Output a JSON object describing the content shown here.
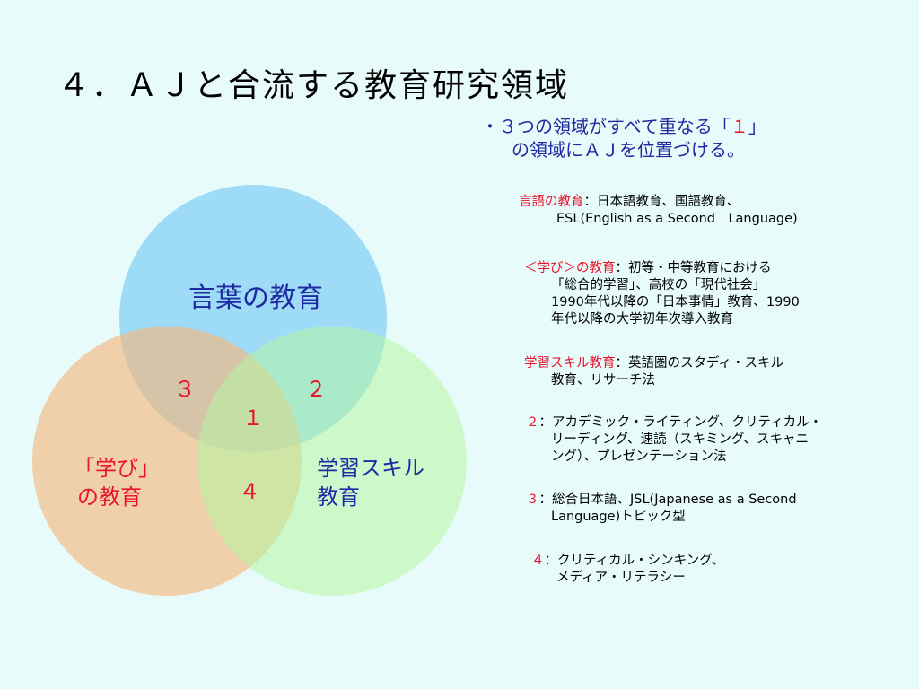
{
  "slide": {
    "title": "４．ＡＪと合流する教育研究領域"
  },
  "lead": {
    "line1_prefix": "・３つの領域がすべて重なる「",
    "line1_num": "１",
    "line1_suffix": "」",
    "line2": "の領域にＡＪを位置づける。"
  },
  "venn": {
    "circles": [
      {
        "label": "言葉の教育",
        "color": "#8fd5f5"
      },
      {
        "line1": "「学び」",
        "line2": "の教育",
        "color": "#f5b97f"
      },
      {
        "line1": "学習スキル",
        "line2": "教育",
        "color": "#b5f5a3"
      }
    ],
    "region_numbers": [
      "１",
      "２",
      "３",
      "４"
    ],
    "label_color_blue": "#1f2aa3",
    "label_color_red": "#e8142b"
  },
  "descriptions": [
    {
      "heading": "言語の教育",
      "lines": [
        "：日本語教育、国語教育、",
        "ESL(English as a Second　Language)"
      ]
    },
    {
      "heading": "＜学び＞の教育",
      "lines": [
        "：初等・中等教育における",
        "「総合的学習」、高校の「現代社会」",
        "1990年代以降の「日本事情」教育、1990",
        "年代以降の大学初年次導入教育"
      ]
    },
    {
      "heading": "学習スキル教育",
      "lines": [
        "：英語圏のスタディ・スキル",
        "教育、リサーチ法"
      ]
    },
    {
      "heading": "２",
      "lines": [
        "：アカデミック・ライティング、クリティカル・",
        "リーディング、速読（スキミング、スキャニ",
        "ング）、プレゼンテーション法"
      ]
    },
    {
      "heading": "３",
      "lines": [
        "：総合日本語、JSL(Japanese as a Second",
        "Language)トピック型"
      ]
    },
    {
      "heading": "４",
      "lines": [
        "：クリティカル・シンキング、",
        "メディア・リテラシー"
      ]
    }
  ]
}
